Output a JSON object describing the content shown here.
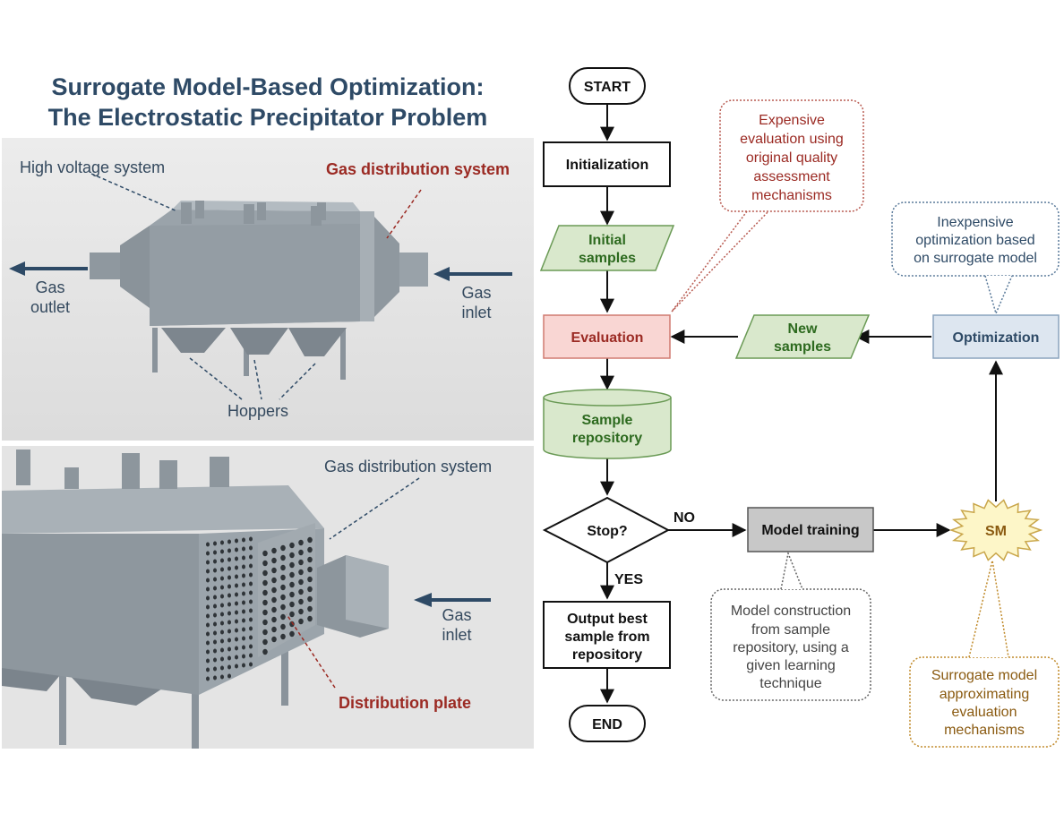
{
  "title": {
    "line1": "Surrogate Model-Based Optimization:",
    "line2": "The Electrostatic Precipitator Problem"
  },
  "panel_top": {
    "high_voltage": "High voltage system",
    "gas_distribution": "Gas distribution system",
    "gas_outlet": [
      "Gas",
      "outlet"
    ],
    "gas_inlet": [
      "Gas",
      "inlet"
    ],
    "hoppers": "Hoppers"
  },
  "panel_bottom": {
    "gas_distribution": "Gas distribution system",
    "gas_inlet": [
      "Gas",
      "inlet"
    ],
    "distribution_plate": "Distribution plate"
  },
  "flowchart": {
    "start": "START",
    "initialization": "Initialization",
    "initial_samples": [
      "Initial",
      "samples"
    ],
    "evaluation": "Evaluation",
    "sample_repository": [
      "Sample",
      "repository"
    ],
    "stop": "Stop?",
    "no": "NO",
    "yes": "YES",
    "output": [
      "Output best",
      "sample from",
      "repository"
    ],
    "end": "END",
    "model_training": "Model training",
    "sm": "SM",
    "optimization": "Optimization",
    "new_samples": [
      "New",
      "samples"
    ],
    "note_evaluation": [
      "Expensive",
      "evaluation using",
      "original quality",
      "assessment",
      "mechanisms"
    ],
    "note_optimization": [
      "Inexpensive",
      "optimization based",
      "on surrogate model"
    ],
    "note_training": [
      "Model construction",
      "from sample",
      "repository, using a",
      "given learning",
      "technique"
    ],
    "note_sm": [
      "Surrogate model",
      "approximating",
      "evaluation",
      "mechanisms"
    ]
  },
  "colors": {
    "title": "#2e4a66",
    "accent_red": "#9b2a23",
    "green_fill": "#d9e8cc",
    "green_stroke": "#6a9a55",
    "eval_fill": "#f9d6d3",
    "eval_stroke": "#d07a70",
    "opt_fill": "#dde6f0",
    "opt_stroke": "#8aa3bd",
    "training_fill": "#c8c8c8",
    "sm_fill": "#fdf6c8"
  }
}
